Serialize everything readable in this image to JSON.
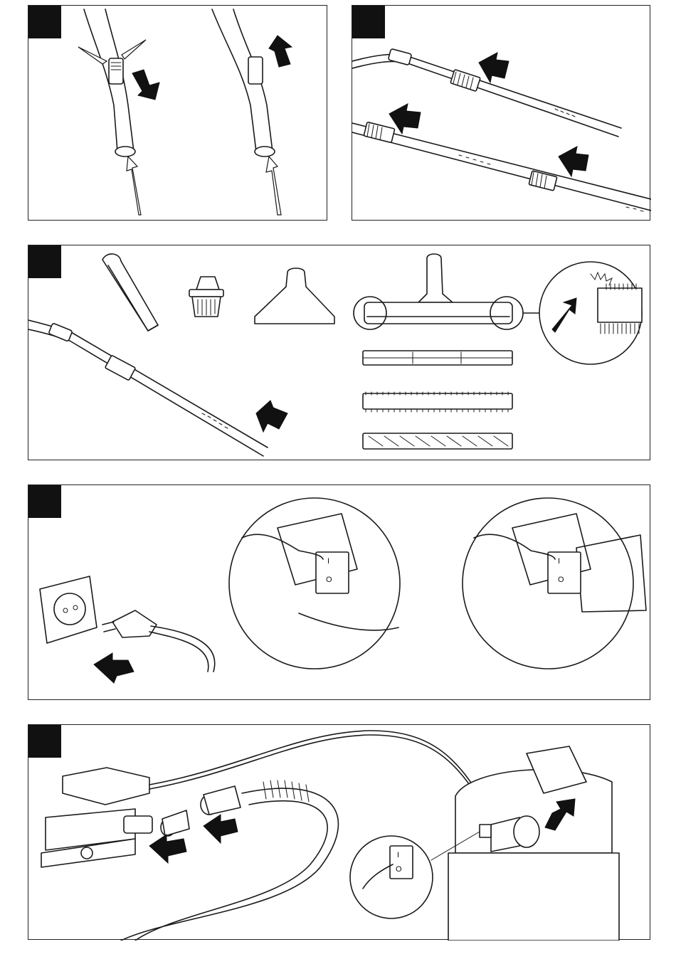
{
  "document": {
    "type": "assembly-instructions",
    "panels": [
      {
        "id": "hose-handle-release",
        "caption": ""
      },
      {
        "id": "extension-tubes",
        "caption": ""
      },
      {
        "id": "nozzle-accessories",
        "caption": ""
      },
      {
        "id": "power-switch",
        "caption": ""
      },
      {
        "id": "power-tool-connection",
        "caption": ""
      }
    ],
    "switch": {
      "on_symbol": "I",
      "off_symbol": "O"
    }
  }
}
